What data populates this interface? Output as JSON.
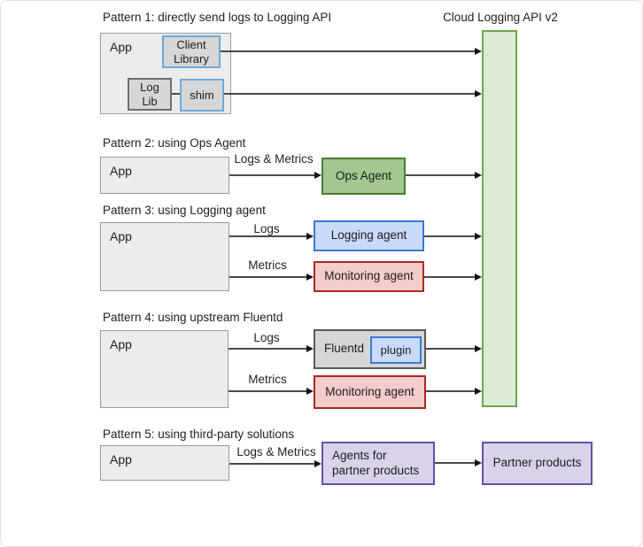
{
  "api_box": {
    "title": "Cloud Logging API v2"
  },
  "pattern1": {
    "title": "Pattern 1: directly send logs to Logging API",
    "app": "App",
    "client_library": "Client\nLibrary",
    "log_lib": "Log\nLib",
    "shim": "shim"
  },
  "pattern2": {
    "title": "Pattern 2: using Ops Agent",
    "app": "App",
    "arrow_label": "Logs & Metrics",
    "agent": "Ops Agent"
  },
  "pattern3": {
    "title": "Pattern 3: using Logging agent",
    "app": "App",
    "logs_label": "Logs",
    "metrics_label": "Metrics",
    "logging_agent": "Logging agent",
    "monitoring_agent": "Monitoring agent"
  },
  "pattern4": {
    "title": "Pattern 4: using upstream Fluentd",
    "app": "App",
    "logs_label": "Logs",
    "metrics_label": "Metrics",
    "fluentd": "Fluentd",
    "plugin": "plugin",
    "monitoring_agent": "Monitoring agent"
  },
  "pattern5": {
    "title": "Pattern 5: using third-party solutions",
    "app": "App",
    "arrow_label": "Logs & Metrics",
    "agents": "Agents for\npartner products",
    "partner": "Partner products"
  },
  "colors": {
    "app_fill": "#ececec",
    "gray_node_fill": "#d6d6d6",
    "api_green_fill": "#dcead3",
    "api_green_border": "#6aa84f",
    "ops_green_fill": "#a2c88f",
    "ops_green_border": "#4a7b31",
    "blue_fill": "#c9daf8",
    "blue_border": "#3c78d8",
    "light_blue_border": "#6fa8dc",
    "red_fill": "#f3cccb",
    "red_border": "#b02822",
    "purple_fill": "#d9d2e9",
    "purple_border": "#674ea7"
  }
}
